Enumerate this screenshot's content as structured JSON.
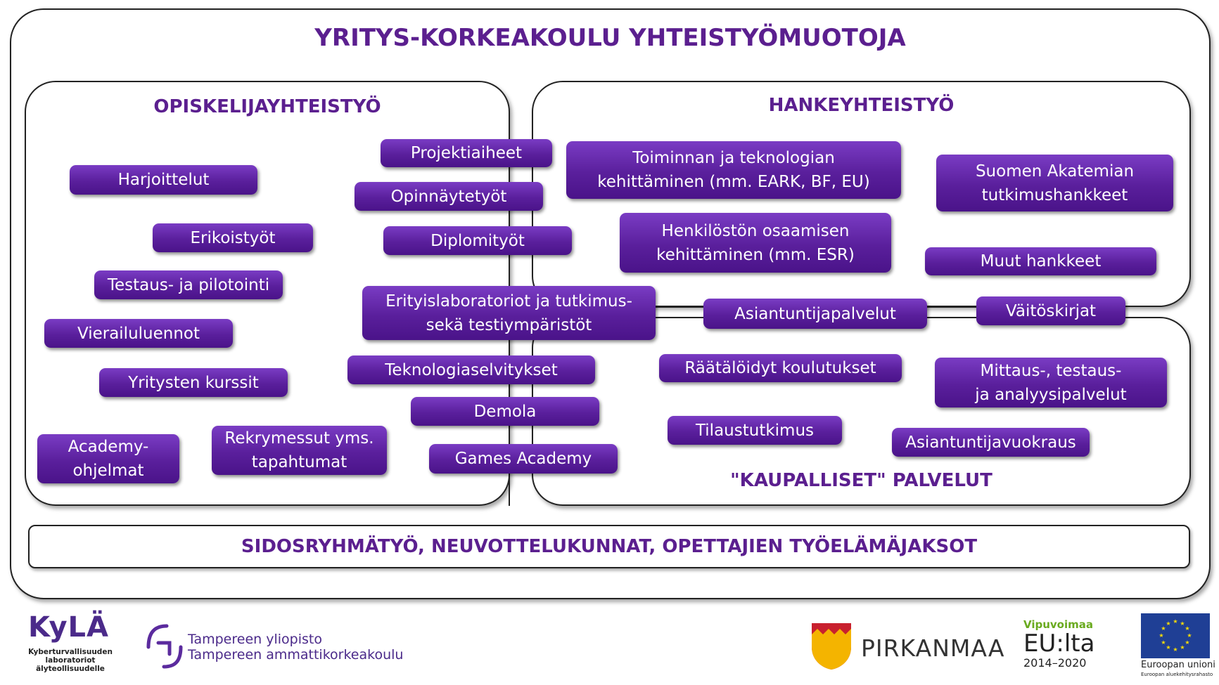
{
  "title": "YRITYS-KORKEAKOULU YHTEISTYÖMUOTOJA",
  "sections": {
    "opiskelija": "OPISKELIJAYHTEISTYÖ",
    "hanke": "HANKEYHTEISTYÖ",
    "kaupalliset": "\"KAUPALLISET\" PALVELUT"
  },
  "items": {
    "harjoittelut": "Harjoittelut",
    "erikoistyot": "Erikoistyöt",
    "testaus": "Testaus- ja pilotointi",
    "vierailuluennot": "Vierailuluennot",
    "yritysten_kurssit": "Yritysten kurssit",
    "academy": "Academy-\nohjelmat",
    "rekrymessut": "Rekrymessut yms.\ntapahtumat",
    "projektiaiheet": "Projektiaiheet",
    "opinnaytetyot": "Opinnäytetyöt",
    "diplomityot": "Diplomityöt",
    "erityislaboratoriot": "Erityislaboratoriot ja tutkimus-\nsekä testiympäristöt",
    "teknologiaselvitykset": "Teknologiaselvitykset",
    "demola": "Demola",
    "games_academy": "Games Academy",
    "toiminnan": "Toiminnan ja teknologian\nkehittäminen (mm. EARK, BF, EU)",
    "henkiloston": "Henkilöstön osaamisen\nkehittäminen (mm. ESR)",
    "suomen_akatemian": "Suomen Akatemian\ntutkimushankkeet",
    "muut_hankkeet": "Muut hankkeet",
    "asiantuntijapalvelut": "Asiantuntijapalvelut",
    "vaitoskirjat": "Väitöskirjat",
    "raataloidyt": "Räätälöidyt koulutukset",
    "tilaustutkimus": "Tilaustutkimus",
    "mittaus": "Mittaus-, testaus-\nja analyysipalvelut",
    "asiantuntijavuokraus": "Asiantuntijavuokraus"
  },
  "bottom_bar": "SIDOSRYHMÄTYÖ, NEUVOTTELUKUNNAT, OPETTAJIEN TYÖELÄMÄJAKSOT",
  "logos": {
    "kyla_name": "KyLÄ",
    "kyla_sub": "Kyberturvallisuuden\nlaboratoriot\nälyteollisuudelle",
    "tampere_line1": "Tampereen yliopisto",
    "tampere_line2": "Tampereen ammattikorkeakoulu",
    "pirkanmaa": "PIRKANMAA",
    "vipuvoimaa": "Vipuvoimaa",
    "eulta": "EU:lta",
    "years": "2014–2020",
    "eu_line1": "Euroopan unioni",
    "eu_line2": "Euroopan aluekehitysrahasto"
  },
  "colors": {
    "purple_dark": "#4a1389",
    "purple_light": "#7a3cc4",
    "title_purple": "#5b1f8f",
    "eu_blue": "#1f3f95",
    "eu_star": "#ffdd00",
    "pirkanmaa_red": "#c8202e",
    "pirkanmaa_yellow": "#f4b400",
    "vipu_green": "#6aaa1f"
  }
}
